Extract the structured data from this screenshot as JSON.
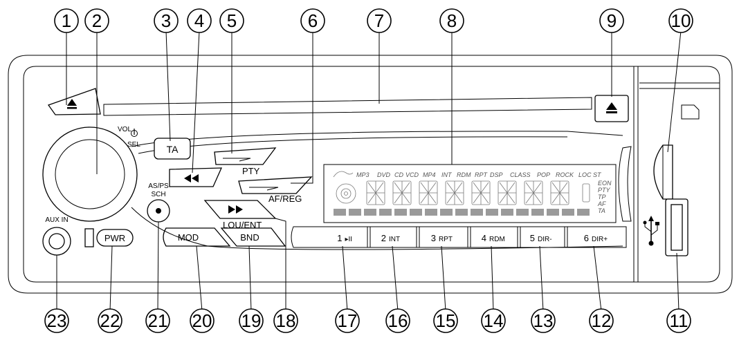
{
  "callouts": [
    "1",
    "2",
    "3",
    "4",
    "5",
    "6",
    "7",
    "8",
    "9",
    "10",
    "11",
    "12",
    "13",
    "14",
    "15",
    "16",
    "17",
    "18",
    "19",
    "20",
    "21",
    "22",
    "23"
  ],
  "knob": {
    "vol": "VOL",
    "sel": "SEL"
  },
  "buttons": {
    "ta": "TA",
    "pty": "PTY",
    "af_reg": "AF/REG",
    "as_ps_1": "AS/PS",
    "as_ps_2": "SCH",
    "lou_ent": "LOU/ENT",
    "mod": "MOD",
    "bnd": "BND",
    "pwr": "PWR",
    "aux_in": "AUX IN"
  },
  "presets": [
    {
      "num": "1",
      "label": "▸II"
    },
    {
      "num": "2",
      "label": "INT"
    },
    {
      "num": "3",
      "label": "RPT"
    },
    {
      "num": "4",
      "label": "RDM"
    },
    {
      "num": "5",
      "label": "DIR-"
    },
    {
      "num": "6",
      "label": "DIR+"
    }
  ],
  "display": {
    "icons": [
      "MP3",
      "DVD",
      "CD",
      "VCD",
      "MP4",
      "INT",
      "RDM",
      "RPT",
      "DSP",
      "CLASS",
      "POP",
      "ROCK",
      "LOC",
      "ST"
    ],
    "side": [
      "EON",
      "PTY",
      "TP",
      "AF",
      "TA"
    ]
  }
}
